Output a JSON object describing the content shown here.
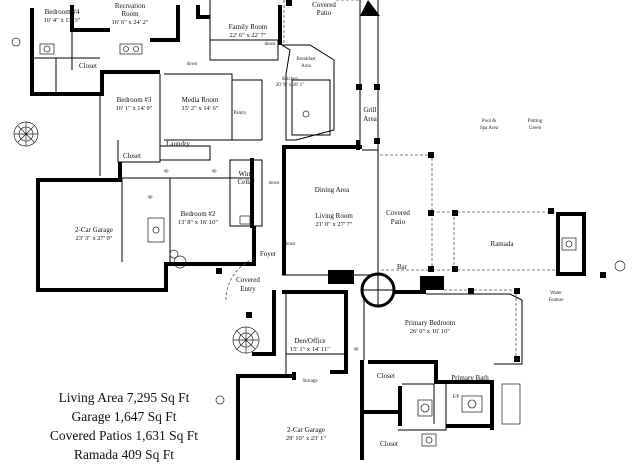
{
  "rooms": {
    "bedroom4": {
      "name": "Bedroom #4",
      "size": "16' 4\" x 13' 3\""
    },
    "recreation": {
      "name": "Recreation",
      "name2": "Room",
      "size": "16' 6\" x 24' 2\""
    },
    "family": {
      "name": "Family Room",
      "size": "22' 6\" x 22' 7\""
    },
    "covered_patio_top": {
      "name": "Covered",
      "name2": "Patio"
    },
    "breakfast": {
      "name": "Breakfast",
      "name2": "Area"
    },
    "kitchen": {
      "name": "Kitchen",
      "size": "20' 9\" x 26' 1\""
    },
    "bedroom3": {
      "name": "Bedroom #3",
      "size": "16' 1\" x 14' 9\""
    },
    "media": {
      "name": "Media Room",
      "size": "15' 2\" x 14' 6\""
    },
    "pantry": {
      "name": "Pantry"
    },
    "closet_a": {
      "name": "Closet"
    },
    "closet_b": {
      "name": "Closet"
    },
    "laundry": {
      "name": "Laundry"
    },
    "grill": {
      "name": "Grill",
      "name2": "Area"
    },
    "pool": {
      "name": "Pool &",
      "name2": "Spa Area"
    },
    "putting": {
      "name": "Putting",
      "name2": "Green"
    },
    "wine": {
      "name": "Wine",
      "name2": "Cellar"
    },
    "dining": {
      "name": "Dining Area"
    },
    "living": {
      "name": "Living Room",
      "size": "21' 0\" x 27' 7\""
    },
    "covered_patio_mid": {
      "name": "Covered",
      "name2": "Patio"
    },
    "ramada": {
      "name": "Ramada"
    },
    "garage1": {
      "name": "2-Car Garage",
      "size": "23' 3\" x 27' 0\""
    },
    "bedroom2": {
      "name": "Bedroom #2",
      "size": "13' 8\" x 16' 10\""
    },
    "foyer": {
      "name": "Foyer"
    },
    "covered_entry": {
      "name": "Covered",
      "name2": "Entry"
    },
    "bar": {
      "name": "Bar"
    },
    "water": {
      "name": "Water",
      "name2": "Feature"
    },
    "primary_bed": {
      "name": "Primary Bedroom",
      "size": "26' 0\" x 16' 10\""
    },
    "den": {
      "name": "Den/Office",
      "size": "15' 1\" x 14' 11\""
    },
    "storage": {
      "name": "Storage"
    },
    "closet_c": {
      "name": "Closet"
    },
    "primary_bath": {
      "name": "Primary Bath"
    },
    "fp": {
      "name": "F/P"
    },
    "closet_d": {
      "name": "Closet"
    },
    "garage2": {
      "name": "2-Car Garage",
      "size": "29' 10\" x 23' 1\""
    }
  },
  "annotations": {
    "down_top": "down",
    "down_kitchen": "down",
    "up_a": "up",
    "up_b": "up",
    "up_c": "up",
    "down_living": "down",
    "down_foyer": "down",
    "up_den": "up"
  },
  "stats": [
    "Living Area 7,295 Sq Ft",
    "Garage 1,647 Sq Ft",
    "Covered Patios 1,631 Sq Ft",
    "Ramada 409 Sq Ft"
  ]
}
